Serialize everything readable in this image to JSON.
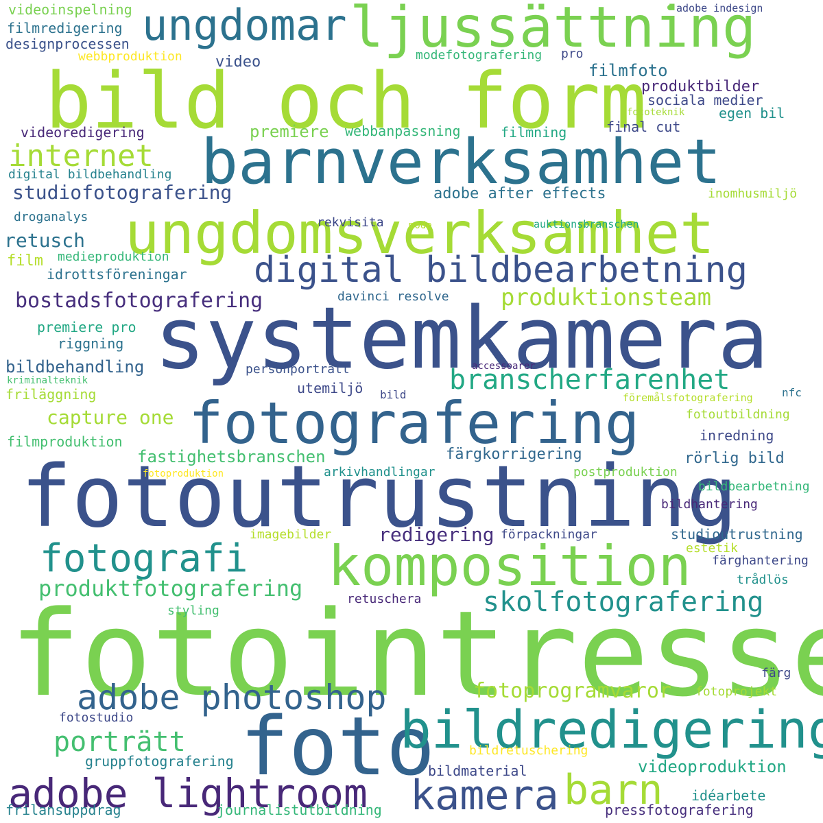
{
  "palette": {
    "dark_purple": "#48186a",
    "indigo": "#3b528b",
    "blue": "#31688e",
    "teal": "#26828e",
    "teal_green": "#1f9e89",
    "green": "#35b779",
    "light_green": "#6ece58",
    "lime": "#b5de2b",
    "yellow": "#fde725",
    "background": "#ffffff"
  },
  "words": [
    {
      "text": "fotointresse",
      "color": "#7ad151"
    },
    {
      "text": "systemkamera",
      "color": "#3b528b"
    },
    {
      "text": "fotoutrustning",
      "color": "#3b528b"
    },
    {
      "text": "bild och form",
      "color": "#a5db36"
    },
    {
      "text": "barnverksamhet",
      "color": "#2c728e"
    },
    {
      "text": "ungdomsverksamhet",
      "color": "#a5db36"
    },
    {
      "text": "fotografering",
      "color": "#33638d"
    },
    {
      "text": "ljussättning",
      "color": "#7ad151"
    },
    {
      "text": "komposition",
      "color": "#7ad151"
    },
    {
      "text": "foto",
      "color": "#33638d"
    },
    {
      "text": "bildredigering",
      "color": "#21918c"
    },
    {
      "text": "ungdomar",
      "color": "#2c728e"
    },
    {
      "text": "digital bildbearbetning",
      "color": "#3b528b"
    },
    {
      "text": "adobe photoshop",
      "color": "#33638d"
    },
    {
      "text": "fotografi",
      "color": "#21918c"
    },
    {
      "text": "adobe lightroom",
      "color": "#482878"
    },
    {
      "text": "kamera",
      "color": "#3b528b"
    },
    {
      "text": "barn",
      "color": "#a5db36"
    },
    {
      "text": "internet",
      "color": "#a5db36"
    },
    {
      "text": "branscherfarenhet",
      "color": "#22a884"
    },
    {
      "text": "skolfotografering",
      "color": "#21918c"
    },
    {
      "text": "porträtt",
      "color": "#44bf70"
    },
    {
      "text": "produktionsteam",
      "color": "#a5db36"
    },
    {
      "text": "produktfotografering",
      "color": "#44bf70"
    },
    {
      "text": "bostadsfotografering",
      "color": "#472f7d"
    },
    {
      "text": "fotoprogramvaror",
      "color": "#a5db36"
    },
    {
      "text": "capture one",
      "color": "#a5db36"
    },
    {
      "text": "studiofotografering",
      "color": "#3b528b"
    },
    {
      "text": "redigering",
      "color": "#472f7d"
    },
    {
      "text": "retusch",
      "color": "#2c728e"
    },
    {
      "text": "fastighetsbranschen",
      "color": "#44bf70"
    },
    {
      "text": "adobe after effects",
      "color": "#2c728e"
    },
    {
      "text": "filmfoto",
      "color": "#2c728e"
    },
    {
      "text": "premiere",
      "color": "#7ad151"
    },
    {
      "text": "produktbilder",
      "color": "#482878"
    },
    {
      "text": "videoproduktion",
      "color": "#22a884"
    },
    {
      "text": "färgkorrigering",
      "color": "#31688e"
    },
    {
      "text": "bildbehandling",
      "color": "#33638d"
    },
    {
      "text": "rörlig bild",
      "color": "#31688e"
    },
    {
      "text": "videoinspelning",
      "color": "#7ad151"
    },
    {
      "text": "filmredigering",
      "color": "#2c728e"
    },
    {
      "text": "designprocessen",
      "color": "#3b528b"
    },
    {
      "text": "webbproduktion",
      "color": "#fde725"
    },
    {
      "text": "modefotografering",
      "color": "#35b779"
    },
    {
      "text": "pro",
      "color": "#3e4989"
    },
    {
      "text": "video",
      "color": "#3b528b"
    },
    {
      "text": "sociala medier",
      "color": "#3e4989"
    },
    {
      "text": "egen bil",
      "color": "#21918c"
    },
    {
      "text": "fototeknik",
      "color": "#a5db36"
    },
    {
      "text": "final cut",
      "color": "#3e4989"
    },
    {
      "text": "videoredigering",
      "color": "#482878"
    },
    {
      "text": "webbanpassning",
      "color": "#35b779"
    },
    {
      "text": "filmning",
      "color": "#22a884"
    },
    {
      "text": "digital bildbehandling",
      "color": "#26828e"
    },
    {
      "text": "inomhusmiljö",
      "color": "#a5db36"
    },
    {
      "text": "rekvisita",
      "color": "#3e4989"
    },
    {
      "text": "mode",
      "color": "#b5de2b"
    },
    {
      "text": "auktionsbranschen",
      "color": "#22a884"
    },
    {
      "text": "droganalys",
      "color": "#2c728e"
    },
    {
      "text": "film",
      "color": "#b5de2b"
    },
    {
      "text": "medieproduktion",
      "color": "#35b779"
    },
    {
      "text": "idrottsföreningar",
      "color": "#2c728e"
    },
    {
      "text": "davinci resolve",
      "color": "#31688e"
    },
    {
      "text": "premiere pro",
      "color": "#22a884"
    },
    {
      "text": "riggning",
      "color": "#2c728e"
    },
    {
      "text": "kriminalteknik",
      "color": "#44bf70"
    },
    {
      "text": "personporträtt",
      "color": "#3b528b"
    },
    {
      "text": "accessoarer",
      "color": "#482878"
    },
    {
      "text": "friläggning",
      "color": "#a5db36"
    },
    {
      "text": "utemiljö",
      "color": "#3e4989"
    },
    {
      "text": "bild",
      "color": "#3e4989"
    },
    {
      "text": "föremålsfotografering",
      "color": "#b5de2b"
    },
    {
      "text": "nfc",
      "color": "#2c728e"
    },
    {
      "text": "fotoutbildning",
      "color": "#a5db36"
    },
    {
      "text": "filmproduktion",
      "color": "#44bf70"
    },
    {
      "text": "inredning",
      "color": "#3e4989"
    },
    {
      "text": "fotoproduktion",
      "color": "#fde725"
    },
    {
      "text": "arkivhandlingar",
      "color": "#21918c"
    },
    {
      "text": "postproduktion",
      "color": "#7ad151"
    },
    {
      "text": "bildbearbetning",
      "color": "#35b779"
    },
    {
      "text": "bildhantering",
      "color": "#482878"
    },
    {
      "text": "imagebilder",
      "color": "#b5de2b"
    },
    {
      "text": "förpackningar",
      "color": "#3e4989"
    },
    {
      "text": "studioutrustning",
      "color": "#31688e"
    },
    {
      "text": "estetik",
      "color": "#b5de2b"
    },
    {
      "text": "färghantering",
      "color": "#3e4989"
    },
    {
      "text": "trådlös",
      "color": "#21918c"
    },
    {
      "text": "retuschera",
      "color": "#482878"
    },
    {
      "text": "styling",
      "color": "#44bf70"
    },
    {
      "text": "färg",
      "color": "#3e4989"
    },
    {
      "text": "fotoprojekt",
      "color": "#a5db36"
    },
    {
      "text": "fotostudio",
      "color": "#3e4989"
    },
    {
      "text": "bildretuschering",
      "color": "#fde725"
    },
    {
      "text": "gruppfotografering",
      "color": "#26828e"
    },
    {
      "text": "bildmaterial",
      "color": "#3e4989"
    },
    {
      "text": "idéarbete",
      "color": "#21918c"
    },
    {
      "text": "frilansuppdrag",
      "color": "#26828e"
    },
    {
      "text": "journalistutbildning",
      "color": "#35b779"
    },
    {
      "text": "pressfotografering",
      "color": "#472f7d"
    },
    {
      "text": "adobe indesign",
      "color": "#3e4989"
    }
  ]
}
